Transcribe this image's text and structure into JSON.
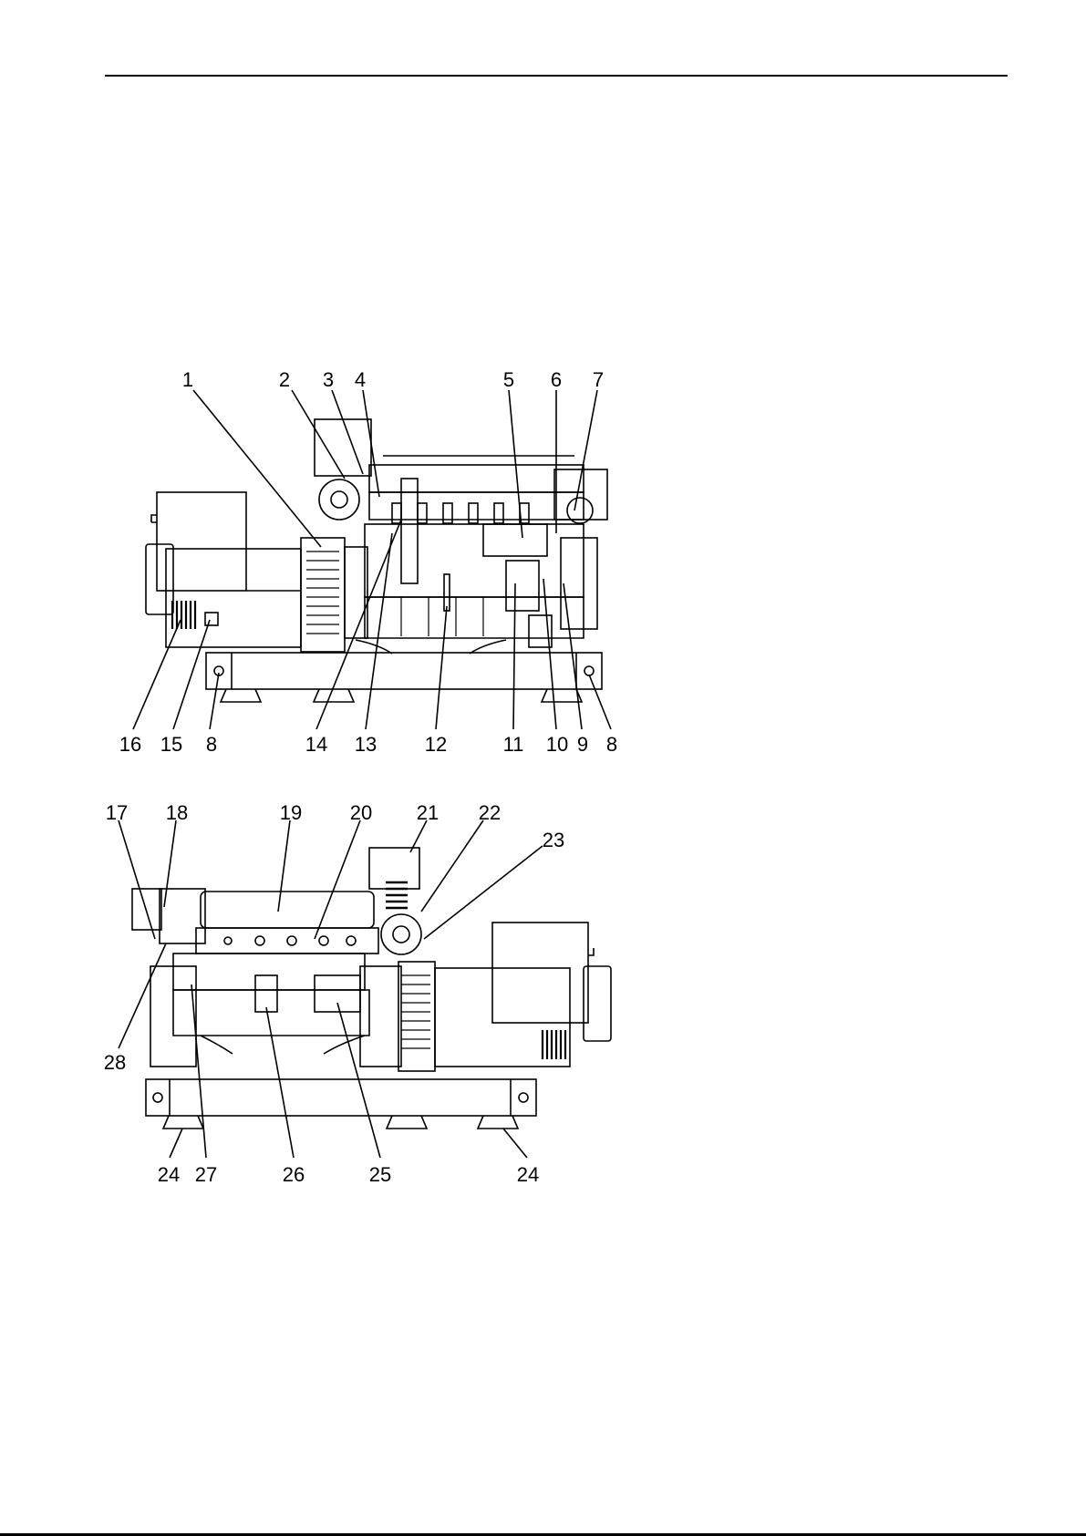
{
  "diagram": {
    "top_view_labels": [
      "1",
      "2",
      "3",
      "4",
      "5",
      "6",
      "7",
      "16",
      "15",
      "8",
      "14",
      "13",
      "12",
      "11",
      "10",
      "9",
      "8"
    ],
    "bottom_view_labels": [
      "17",
      "18",
      "19",
      "20",
      "21",
      "22",
      "23",
      "28",
      "24",
      "27",
      "26",
      "25",
      "24"
    ]
  }
}
